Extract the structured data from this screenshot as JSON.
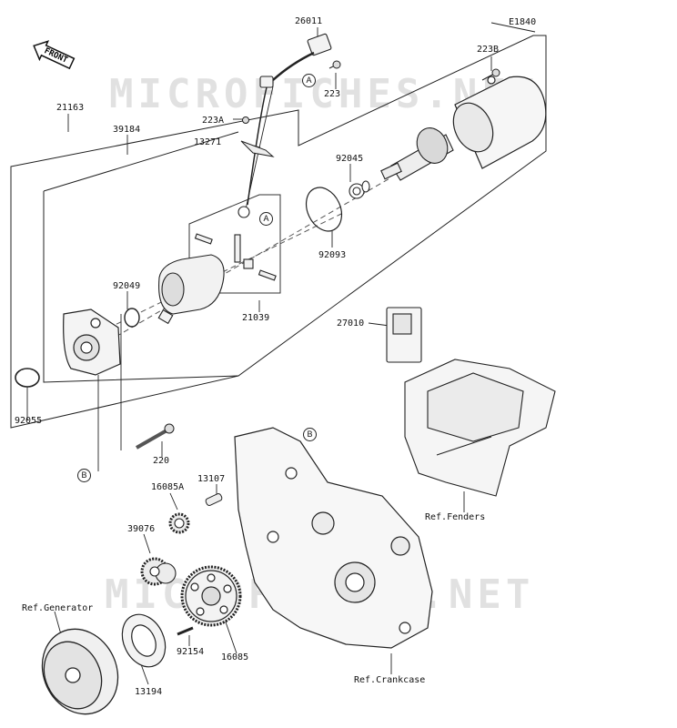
{
  "diagram_code": "E1840",
  "front_label": "FRONT",
  "watermark": "MICROFICHES.NET",
  "callouts": {
    "a": "A",
    "b": "B"
  },
  "parts": [
    {
      "id": "26011"
    },
    {
      "id": "223B"
    },
    {
      "id": "223"
    },
    {
      "id": "21163"
    },
    {
      "id": "39184"
    },
    {
      "id": "223A"
    },
    {
      "id": "13271"
    },
    {
      "id": "92045"
    },
    {
      "id": "92093"
    },
    {
      "id": "92049"
    },
    {
      "id": "21039"
    },
    {
      "id": "27010"
    },
    {
      "id": "92055"
    },
    {
      "id": "220"
    },
    {
      "id": "13107"
    },
    {
      "id": "16085A"
    },
    {
      "id": "39076"
    },
    {
      "id": "92154"
    },
    {
      "id": "16085"
    },
    {
      "id": "13194"
    }
  ],
  "references": {
    "fenders": "Ref.Fenders",
    "generator": "Ref.Generator",
    "crankcase": "Ref.Crankcase"
  }
}
